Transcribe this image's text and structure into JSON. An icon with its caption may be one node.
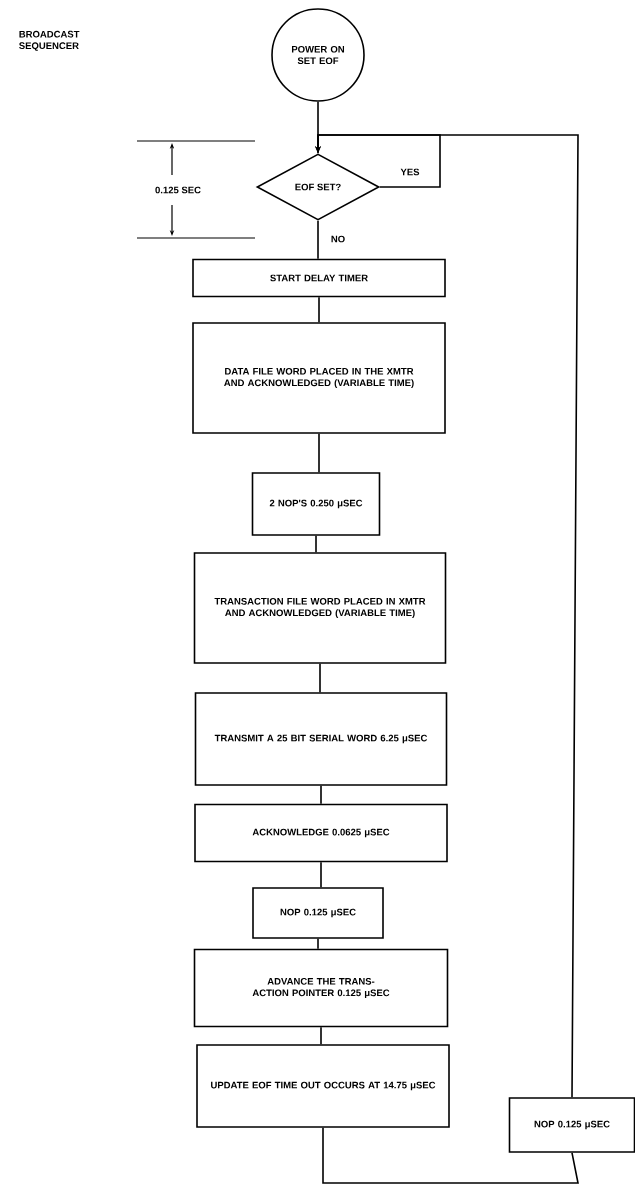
{
  "diagram": {
    "title": "BROADCAST SEQUENCER",
    "nodes": [
      {
        "text": [
          "POWER ON SET EOF"
        ]
      },
      {
        "text": [
          "EOF SET?"
        ]
      },
      {
        "text": [
          "START DELAY TIMER"
        ]
      },
      {
        "text": [
          "DATA FILE WORD PLACED IN THE XMTR AND ACKNOWLEDGED (VARIABLE TIME)"
        ]
      },
      {
        "text": [
          "2 NOP'S 0.250 μSEC"
        ]
      },
      {
        "text": [
          "TRANSACTION FILE WORD PLACED IN XMTR AND ACKNOWLEDGED (VARIABLE TIME)"
        ]
      },
      {
        "text": [
          "TRANSMIT A 25 BIT SERIAL WORD 6.25 μSEC"
        ]
      },
      {
        "text": [
          "ACKNOWLEDGE 0.0625 μSEC"
        ]
      },
      {
        "text": [
          "NOP 0.125 μSEC"
        ]
      },
      {
        "text": [
          "ADVANCE THE TRANS-ACTION POINTER 0.125 μSEC"
        ]
      },
      {
        "text": [
          "UPDATE EOF TIME OUT OCCURS AT 14.75 μSEC"
        ]
      },
      {
        "text": [
          "NOP 0.125 μSEC"
        ]
      }
    ],
    "edges": [
      {
        "from": 0,
        "to": 1,
        "arrow": "none"
      },
      {
        "from": 1,
        "to": 1,
        "arrow": "to",
        "label": "YES"
      },
      {
        "from": 1,
        "to": 2,
        "arrow": "none",
        "label": "NO"
      },
      {
        "from": 2,
        "to": 3,
        "arrow": "none"
      },
      {
        "from": 3,
        "to": 4,
        "arrow": "none"
      },
      {
        "from": 4,
        "to": 5,
        "arrow": "none"
      },
      {
        "from": 5,
        "to": 6,
        "arrow": "none"
      },
      {
        "from": 6,
        "to": 7,
        "arrow": "none"
      },
      {
        "from": 7,
        "to": 8,
        "arrow": "none"
      },
      {
        "from": 8,
        "to": 9,
        "arrow": "none"
      },
      {
        "from": 9,
        "to": 10,
        "arrow": "none"
      },
      {
        "from": 10,
        "to": 11,
        "arrow": "none"
      },
      {
        "from": 11,
        "to": 1,
        "arrow": "to"
      }
    ],
    "labels": [
      "0.125 SEC"
    ]
  }
}
